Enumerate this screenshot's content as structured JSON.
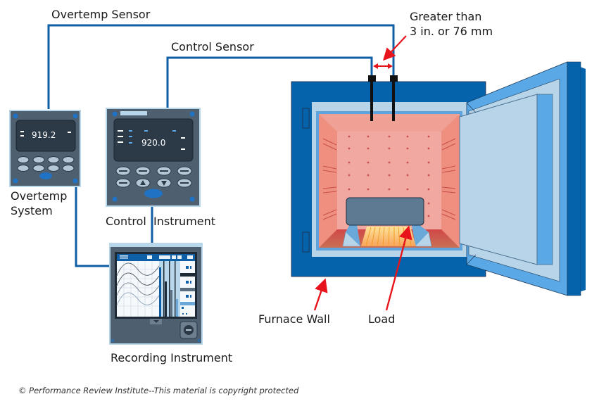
{
  "labels": {
    "overtemp_sensor": "Overtemp Sensor",
    "control_sensor": "Control Sensor",
    "spacing_line1": "Greater than",
    "spacing_line2": "3 in. or 76 mm",
    "overtemp_system_line1": "Overtemp",
    "overtemp_system_line2": "System",
    "control_instrument": "Control  Instrument",
    "recording_instrument": "Recording Instrument",
    "furnace_wall": "Furnace Wall",
    "load": "Load"
  },
  "instruments": {
    "overtemp_display": "919.2",
    "control_display": "920.0"
  },
  "footer": {
    "copyright": "© Performance Review Institute--This material is copyright protected"
  },
  "colors": {
    "wire": "#0f5fa6",
    "furnace_blue": "#0463aa",
    "chamber_pink": "#f0a8a0",
    "arrow_red": "#e8141c",
    "instrument_body": "#4e5f70"
  }
}
